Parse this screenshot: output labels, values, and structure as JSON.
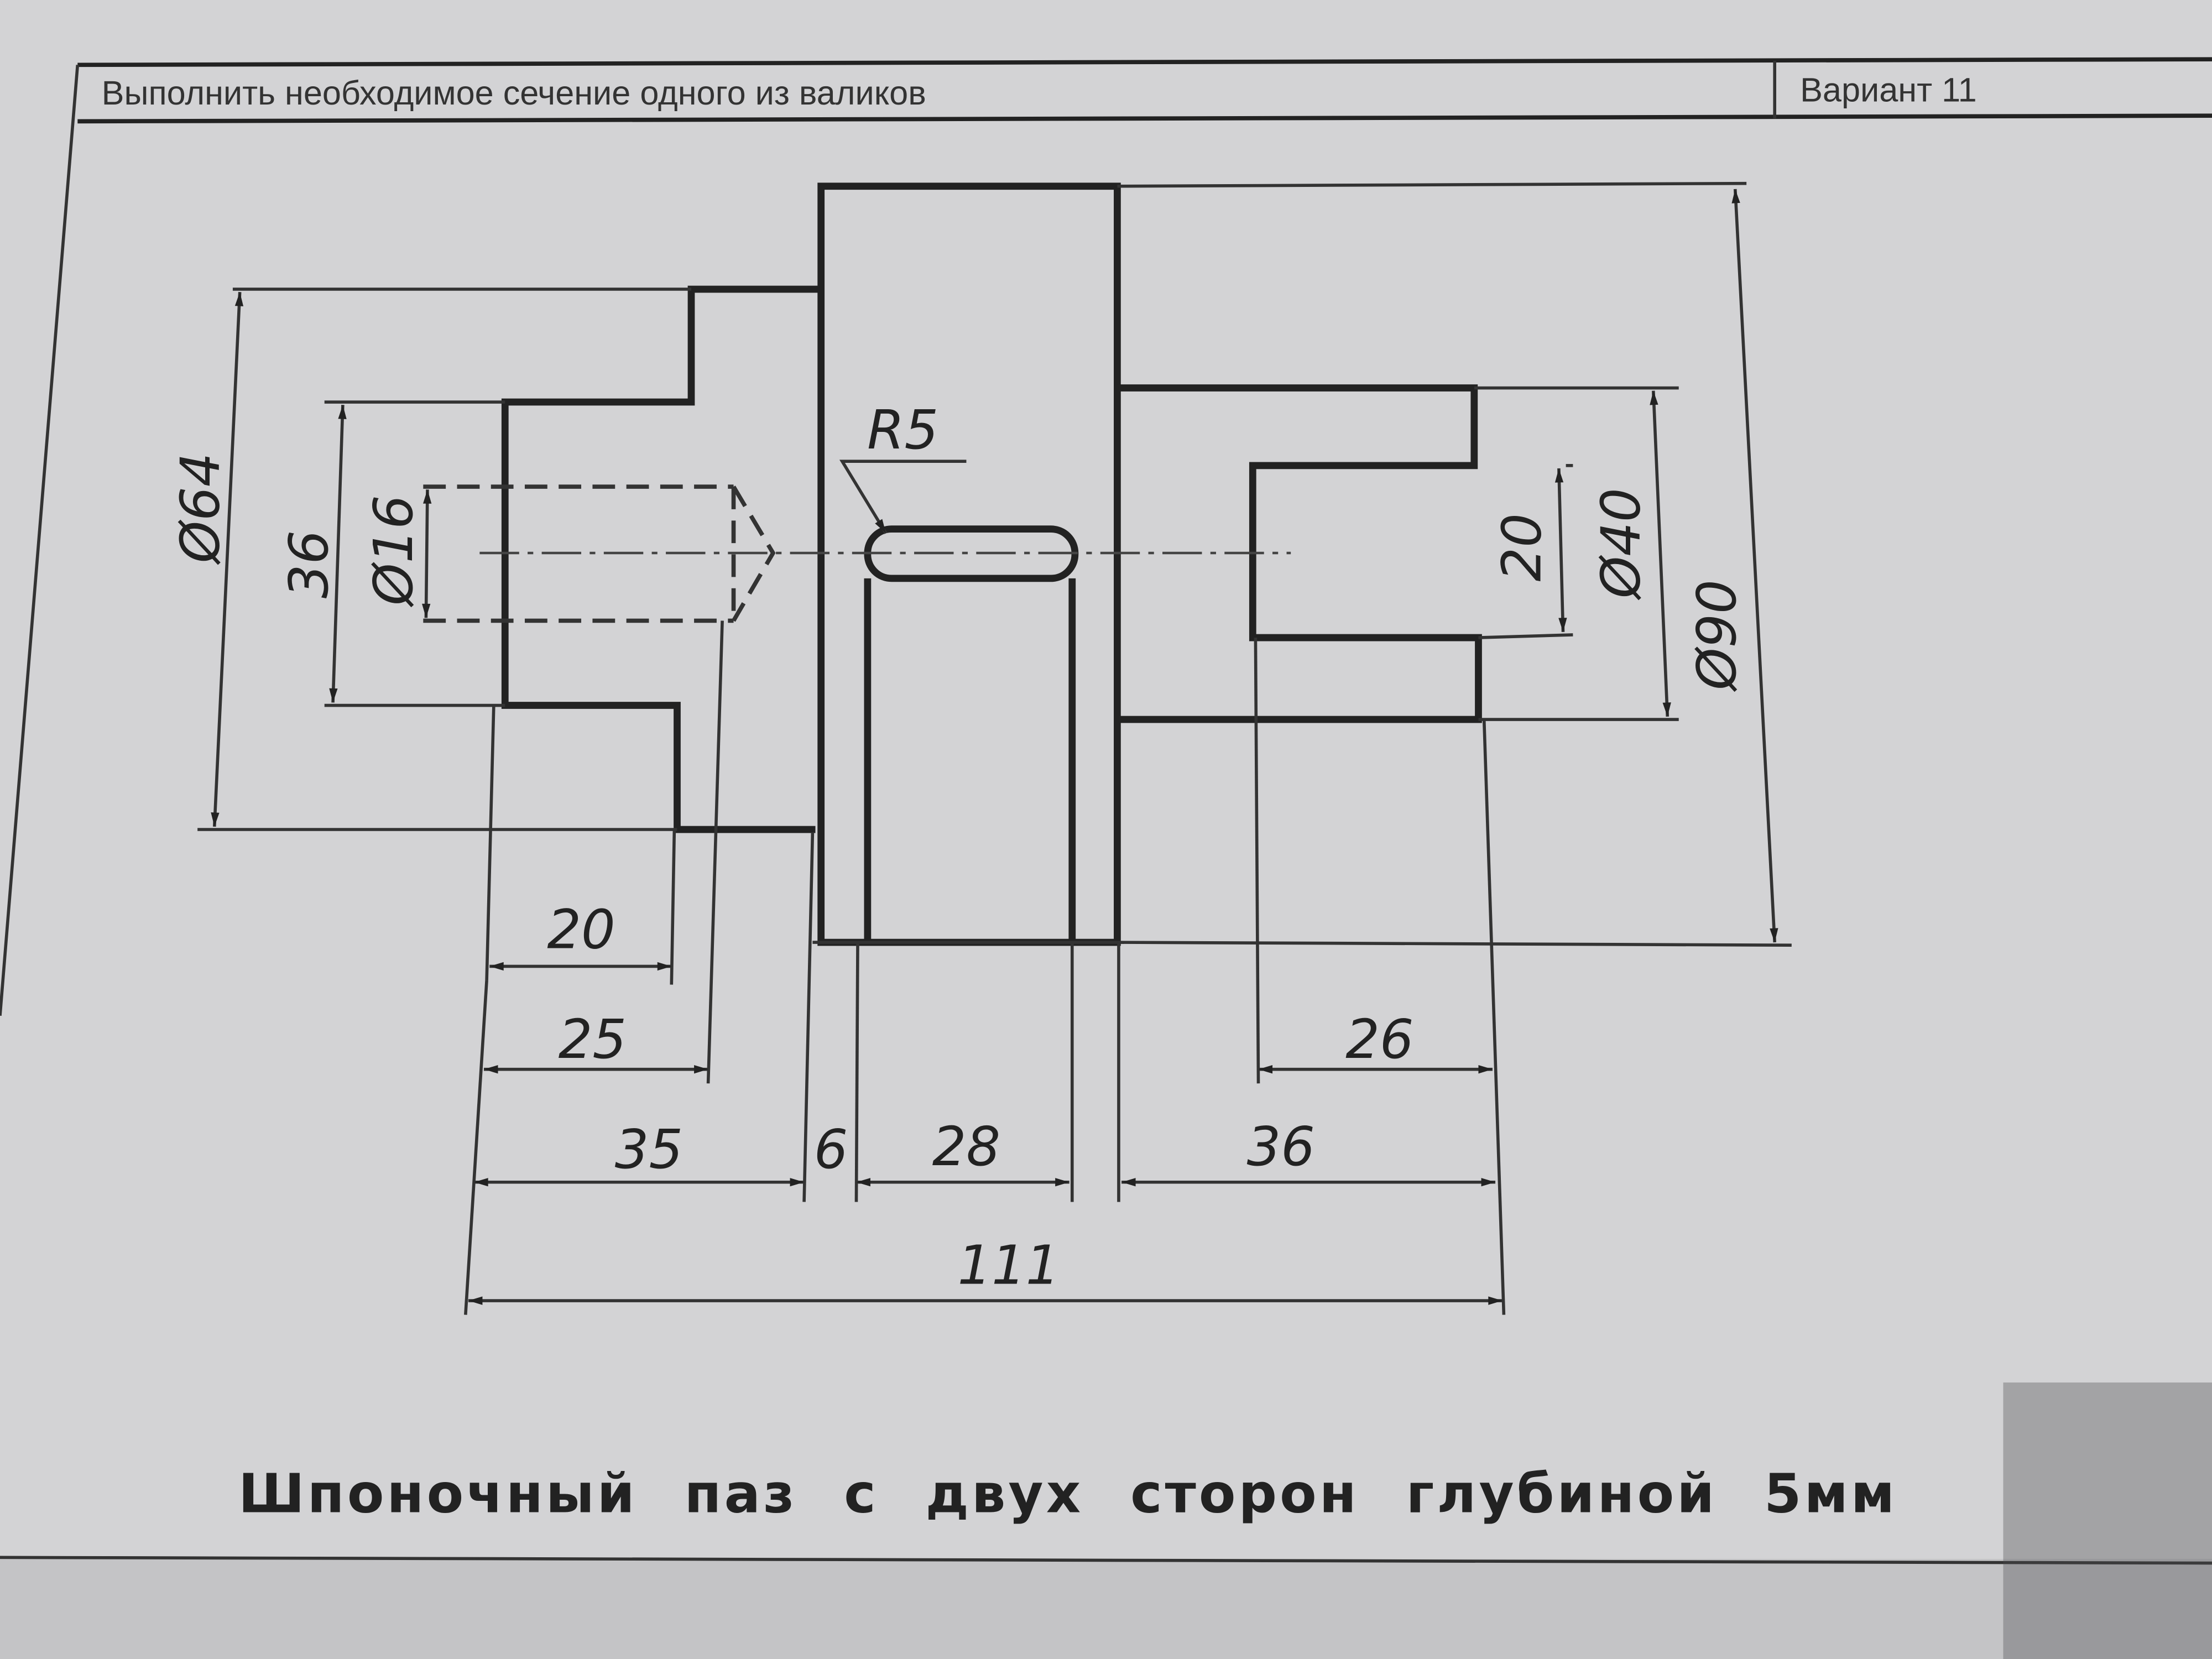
{
  "header": {
    "task": "Выполнить необходимое сечение одного из валиков",
    "variant": "Вариант 11"
  },
  "dimensions": {
    "d90": "Ø90",
    "d64": "Ø64",
    "d40": "Ø40",
    "d16": "Ø16",
    "h36": "36",
    "h20": "20",
    "r5": "R5",
    "l20": "20",
    "l25": "25",
    "l35": "35",
    "l6": "6",
    "l28": "28",
    "l36": "36",
    "l26": "26",
    "l111": "111"
  },
  "note": "Шпоночный паз с двух сторон глубиной 5мм"
}
